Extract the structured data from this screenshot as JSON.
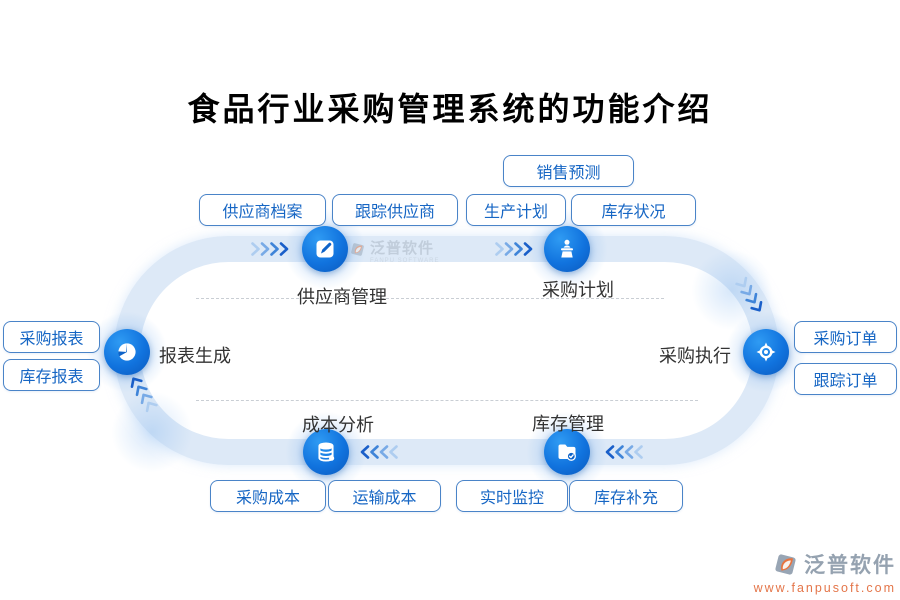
{
  "title": "食品行业采购管理系统的功能介绍",
  "nodes": {
    "supplier_management": "供应商管理",
    "purchase_planning": "采购计划",
    "purchase_execution": "采购执行",
    "inventory_management": "库存管理",
    "cost_analysis": "成本分析",
    "report_generation": "报表生成"
  },
  "feature_buttons": {
    "sales_forecast": "销售预测",
    "supplier_profile": "供应商档案",
    "track_supplier": "跟踪供应商",
    "production_plan": "生产计划",
    "inventory_status": "库存状况",
    "purchase_report": "采购报表",
    "inventory_report": "库存报表",
    "purchase_order": "采购订单",
    "track_order": "跟踪订单",
    "purchase_cost": "采购成本",
    "transport_cost": "运输成本",
    "realtime_monitor": "实时监控",
    "inventory_replenish": "库存补充"
  },
  "watermark_center": {
    "brand": "泛普软件",
    "sub": "FANPU SOFTWARE"
  },
  "watermark_footer": {
    "brand": "泛普软件",
    "url": "www.fanpusoft.com"
  },
  "colors": {
    "node_blue": "#1173de",
    "track_blue": "#dde9f7",
    "tag_border": "#4a84c8",
    "tag_text": "#1666c4",
    "chevron_blue": "#1a5fc9",
    "watermark_gray": "#95a2b0",
    "watermark_orange": "#e4764a"
  },
  "icons": {
    "edit-note-icon": "white square with pencil",
    "podium-person-icon": "speaker at lectern",
    "target-icon": "crosshair target",
    "folder-check-icon": "folder with check",
    "coins-icon": "stacked coins",
    "pie-chart-icon": "pie chart",
    "chevron-flow-icon": "triple chevrons",
    "fanpu-logo-icon": "gray diamond with orange swoosh"
  }
}
